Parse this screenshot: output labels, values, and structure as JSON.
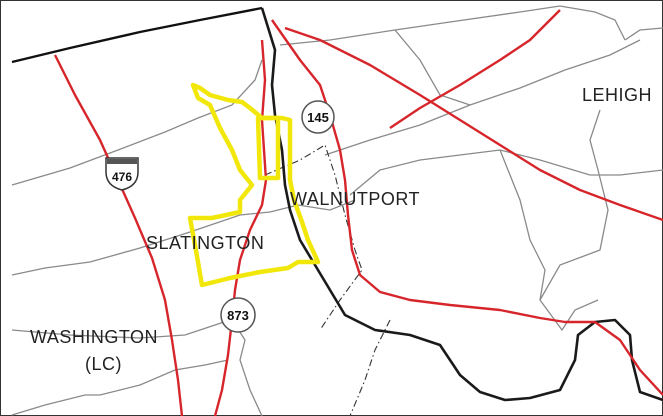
{
  "map": {
    "place_labels": {
      "lehigh": "LEHIGH",
      "walnutport": "WALNUTPORT",
      "slatington": "SLATINGTON",
      "washington": "WASHINGTON",
      "washington_sub": "(LC)"
    },
    "route_shields": {
      "interstate_476": "476",
      "route_145": "145",
      "route_873": "873"
    },
    "colors": {
      "road_red": "#d7262b",
      "municipal_boundary_gray": "#8a8a8a",
      "county_line_black": "#111111",
      "river_black": "#1a1a1a",
      "highlight_yellow": "#f2e70a"
    }
  }
}
